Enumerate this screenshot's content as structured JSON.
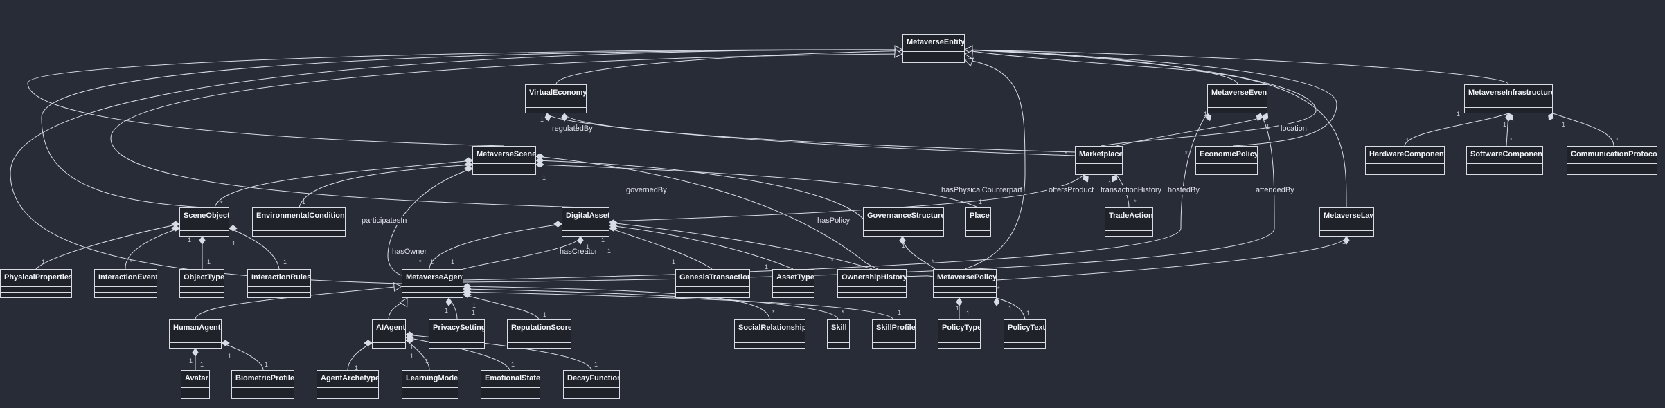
{
  "colors": {
    "background": "#282c36",
    "line": "#d8dce4",
    "text": "#f2f4f8",
    "box_fill": "#1f2229"
  },
  "classes": {
    "MetaverseEntity": "MetaverseEntity",
    "VirtualEconomy": "VirtualEconomy",
    "MetaverseEvent": "MetaverseEvent",
    "MetaverseInfrastructure": "MetaverseInfrastructure",
    "MetaverseScene": "MetaverseScene",
    "Marketplace": "Marketplace",
    "EconomicPolicy": "EconomicPolicy",
    "HardwareComponent": "HardwareComponent",
    "SoftwareComponent": "SoftwareComponent",
    "CommunicationProtocol": "CommunicationProtocol",
    "SceneObject": "SceneObject",
    "EnvironmentalConditions": "EnvironmentalConditions",
    "DigitalAsset": "DigitalAsset",
    "GovernanceStructure": "GovernanceStructure",
    "Place": "Place",
    "TradeAction": "TradeAction",
    "MetaverseLaw": "MetaverseLaw",
    "PhysicalProperties": "PhysicalProperties",
    "InteractionEvent": "InteractionEvent",
    "ObjectType": "ObjectType",
    "InteractionRules": "InteractionRules",
    "MetaverseAgent": "MetaverseAgent",
    "GenesisTransaction": "GenesisTransaction",
    "AssetType": "AssetType",
    "OwnershipHistory": "OwnershipHistory",
    "MetaversePolicy": "MetaversePolicy",
    "HumanAgent": "HumanAgent",
    "AIAgent": "AIAgent",
    "PrivacySetting": "PrivacySetting",
    "ReputationScore": "ReputationScore",
    "SocialRelationship": "SocialRelationship",
    "Skill": "Skill",
    "SkillProfile": "SkillProfile",
    "PolicyType": "PolicyType",
    "PolicyText": "PolicyText",
    "Avatar": "Avatar",
    "BiometricProfile": "BiometricProfile",
    "AgentArchetype": "AgentArchetype",
    "LearningModel": "LearningModel",
    "EmotionalState": "EmotionalState",
    "DecayFunction": "DecayFunction"
  },
  "labels": {
    "regulatedBy": "regulatedBy",
    "location": "location",
    "hasPhysicalCounterpart": "hasPhysicalCounterpart",
    "offersProduct": "offersProduct",
    "transactionHistory": "transactionHistory",
    "hostedBy": "hostedBy",
    "attendedBy": "attendedBy",
    "governedBy": "governedBy",
    "participatesIn": "participatesIn",
    "hasPolicy": "hasPolicy",
    "hasOwner": "hasOwner",
    "hasCreator": "hasCreator"
  },
  "multiplicities": {
    "one": "1",
    "many": "*"
  }
}
